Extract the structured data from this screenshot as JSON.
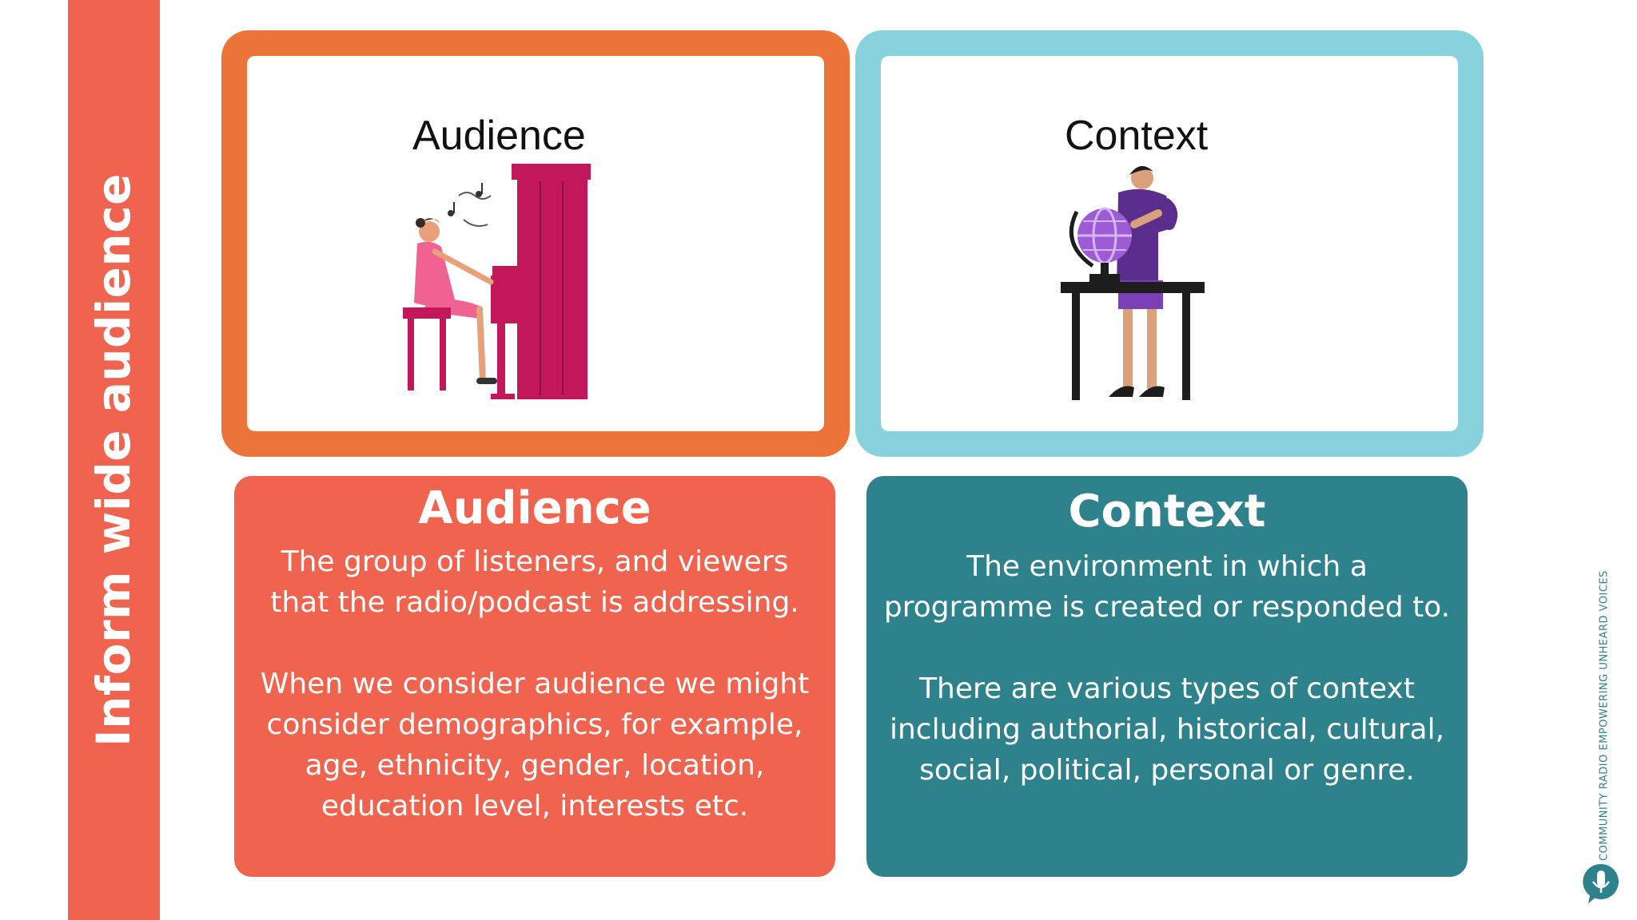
{
  "sidebar": {
    "title": "Inform wide audience"
  },
  "panels": {
    "audience_frame": {
      "label": "Audience",
      "illustration": "woman-playing-piano-illustration"
    },
    "context_frame": {
      "label": "Context",
      "illustration": "man-with-globe-illustration"
    }
  },
  "cards": {
    "audience": {
      "title": "Audience",
      "body": "The group of listeners, and viewers\nthat the radio/podcast is addressing.\n\nWhen we consider audience we might\nconsider demographics, for example,\nage, ethnicity, gender, location,\neducation level, interests etc."
    },
    "context": {
      "title": "Context",
      "body": "The environment in which a\nprogramme is created or responded to.\n\nThere are various types of context\nincluding authorial, historical, cultural,\nsocial, political, personal or genre."
    }
  },
  "brand": {
    "tagline": "COMMUNITY RADIO EMPOWERING UNHEARD VOICES",
    "logo_icon": "microphone-speech-bubble-icon"
  },
  "colors": {
    "coral": "#f0644f",
    "orange": "#ec7438",
    "light_teal": "#87d2dc",
    "teal": "#2e828c",
    "piano": "#c2185b"
  }
}
